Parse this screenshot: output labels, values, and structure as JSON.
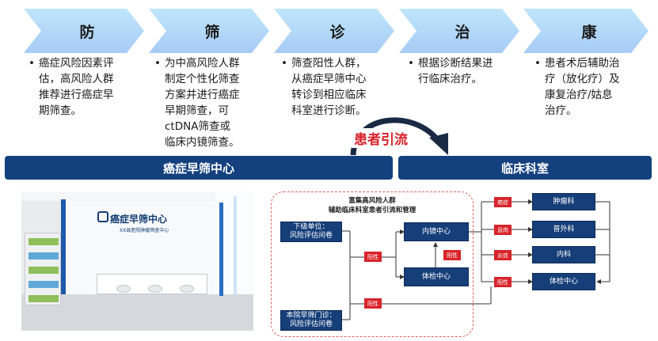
{
  "colors": {
    "chevron_top": "#bfe6fb",
    "chevron_bottom": "#a7cbf5",
    "bar_blue": "#14407e",
    "box_blue": "#163f7a",
    "tag_red": "#d8232a",
    "referral_red": "#d8202a"
  },
  "steps": [
    {
      "label": "防",
      "lines": [
        "癌症风险因素评",
        "估，高风险人群",
        "推荐进行癌症早",
        "期筛查。"
      ]
    },
    {
      "label": "筛",
      "lines": [
        "为中高风险人群",
        "制定个性化筛查",
        "方案并进行癌症",
        "早期筛查，可",
        "ctDNA筛查或",
        "临床内镜筛查。"
      ]
    },
    {
      "label": "诊",
      "lines": [
        "筛查阳性人群，",
        "从癌症早筛中心",
        "转诊到相应临床",
        "科室进行诊断。"
      ]
    },
    {
      "label": "治",
      "lines": [
        "根据诊断结果进",
        "行临床治疗。"
      ]
    },
    {
      "label": "康",
      "lines": [
        "患者术后辅助治",
        "疗（放化疗）及",
        "康复治疗/姑息",
        "治疗。"
      ]
    }
  ],
  "bullet": "•",
  "bars": {
    "left": "癌症早筛中心",
    "right": "临床科室"
  },
  "referral_label": "患者引流",
  "photo": {
    "sign_title": "癌症早筛中心",
    "sign_sub": "XX县医院肿瘤筛查中心"
  },
  "flow": {
    "title": [
      "富集高风险人群",
      "辅助临床科室患者引流和管理"
    ],
    "src_lower": [
      "下级单位：",
      "风险评估问卷"
    ],
    "src_hospital": [
      "本院早筛门诊：",
      "风险评估问卷"
    ],
    "endoscopy": "内镜中心",
    "checkup_mid": "体检中心",
    "tags": {
      "positive_1": "阳性",
      "positive_2": "阳性",
      "positive_3": "阳性",
      "positive_4": "阳性",
      "tag_tumor": "癌症",
      "tag_surgery": "息肉",
      "tag_internal": "炎症"
    },
    "depts": {
      "oncology": "肿瘤科",
      "general_surgery": "普外科",
      "internal": "内科",
      "checkup": "体检中心"
    }
  }
}
